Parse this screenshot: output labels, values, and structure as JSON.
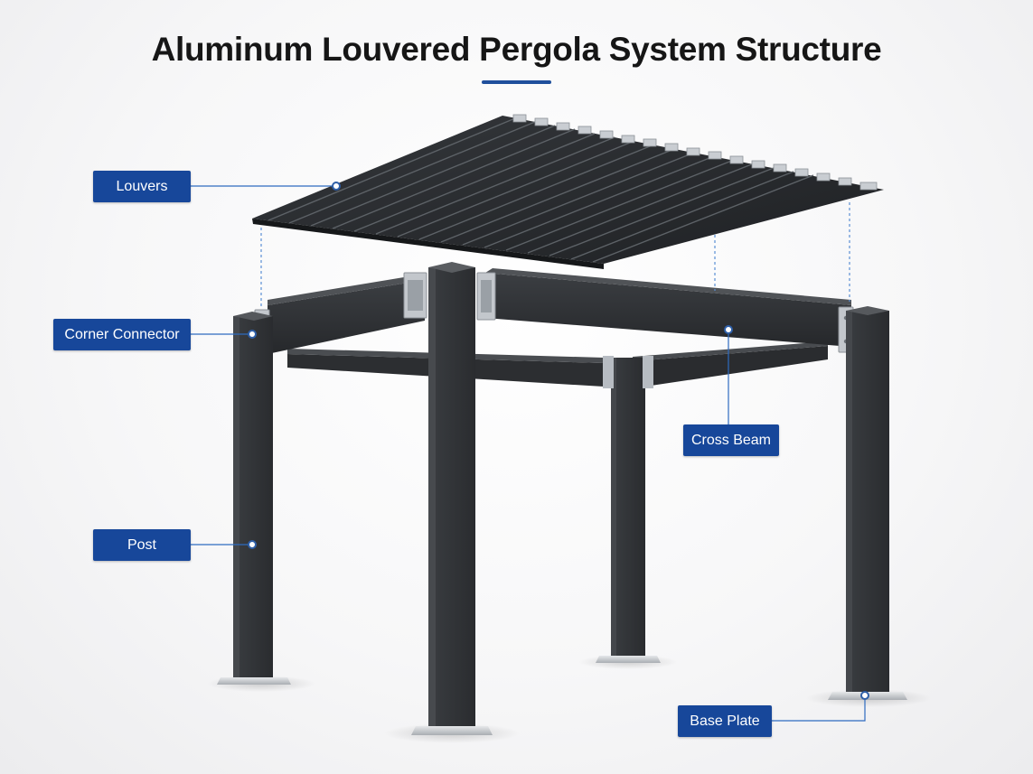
{
  "title": "Aluminum Louvered Pergola System Structure",
  "colors": {
    "accent": "#1f4f9c",
    "label_background": "#17479a",
    "label_text": "#ffffff",
    "frame": "#2e3134",
    "louver_metal": "#8e949b"
  },
  "labels": {
    "louvers": "Louvers",
    "corner_connector": "Corner Connector",
    "cross_beam": "Cross Beam",
    "post": "Post",
    "base_plate": "Base Plate"
  }
}
